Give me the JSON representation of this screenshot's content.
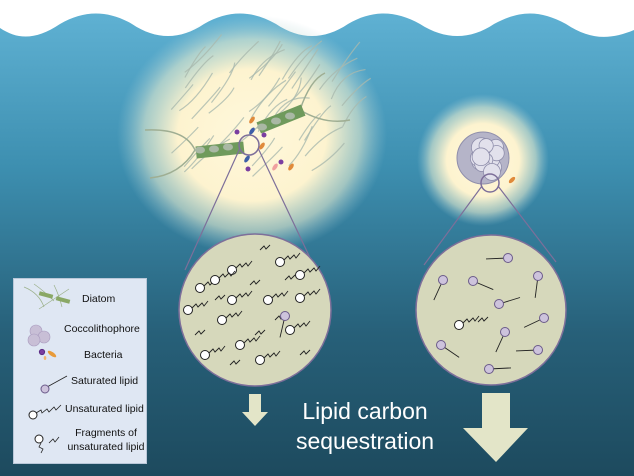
{
  "caption": {
    "line1": "Lipid carbon",
    "line2": "sequestration"
  },
  "legend": {
    "items": [
      {
        "label": "Diatom",
        "icon": "diatom-icon"
      },
      {
        "label": "Coccolithophore",
        "icon": "coccolithophore-icon"
      },
      {
        "label": "Bacteria",
        "icon": "bacteria-icon"
      },
      {
        "label": "Saturated  lipid",
        "icon": "saturated-lipid-icon"
      },
      {
        "label": "Unsaturated  lipid",
        "icon": "unsaturated-lipid-icon"
      },
      {
        "label": "Fragments  of",
        "label2": "unsaturated  lipid",
        "icon": "lipid-fragments-icon"
      }
    ]
  },
  "colors": {
    "sea_top": "#5fb0d2",
    "sea_bottom": "#1d4a5e",
    "glow": "#fff6d6",
    "circle_fill": "#d6d8bb",
    "circle_stroke": "#7d6f9a",
    "arrow": "#e3e5c8"
  }
}
